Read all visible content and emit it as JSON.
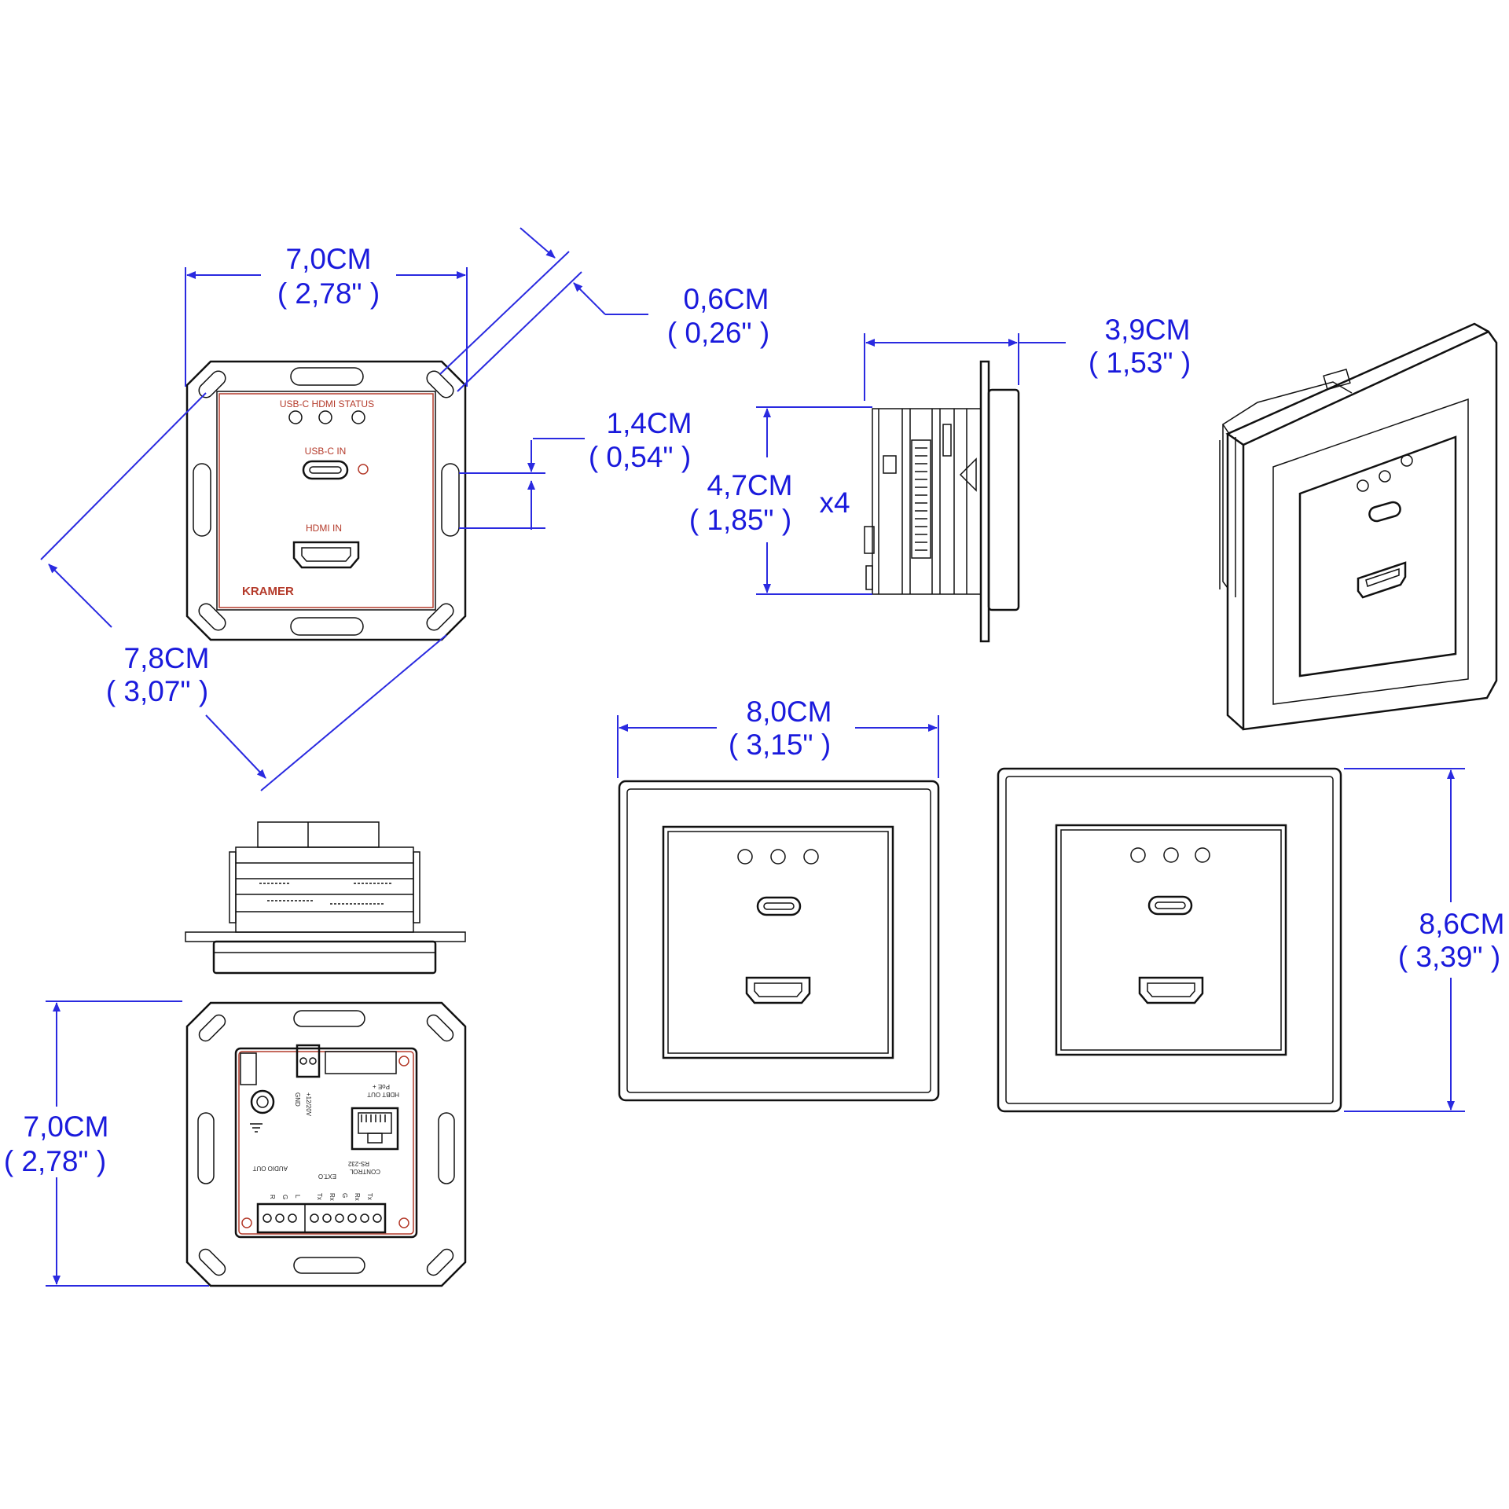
{
  "dimensions": {
    "front_width": {
      "metric": "7,0CM",
      "imperial": "( 2,78\" )"
    },
    "front_diagonal": {
      "metric": "7,8CM",
      "imperial": "( 3,07\" )"
    },
    "frame_depth": {
      "metric": "0,6CM",
      "imperial": "( 0,26\" )"
    },
    "port_spacing": {
      "metric": "1,4CM",
      "imperial": "( 0,54\" )"
    },
    "side_depth": {
      "metric": "3,9CM",
      "imperial": "( 1,53\" )"
    },
    "side_height": {
      "metric": "4,7CM",
      "imperial": "( 1,85\" )"
    },
    "screw_count": "x4",
    "frame_width": {
      "metric": "8,0CM",
      "imperial": "( 3,15\" )"
    },
    "frame_height": {
      "metric": "8,6CM",
      "imperial": "( 3,39\" )"
    },
    "back_height": {
      "metric": "7,0CM",
      "imperial": "( 2,78\" )"
    }
  },
  "front_panel": {
    "led_label": "USB-C  HDMI  STATUS",
    "usbc_label": "USB-C IN",
    "hdmi_label": "HDMI IN",
    "brand": "KRAMER"
  },
  "back_panel": {
    "gnd": "GND",
    "power": "+12/20V",
    "hdbt": "HDBT OUT",
    "poe": "PoE +",
    "audio": "AUDIO OUT",
    "control": "CONTROL",
    "rs232": "RS-232",
    "exto": "EXT.O",
    "pins": [
      "R",
      "G",
      "L",
      "Tx",
      "Rx",
      "G",
      "Rx",
      "Tx"
    ]
  },
  "colors": {
    "dimension": "#1a1adc",
    "outline": "#111111",
    "panel_label": "#b43a2a"
  }
}
